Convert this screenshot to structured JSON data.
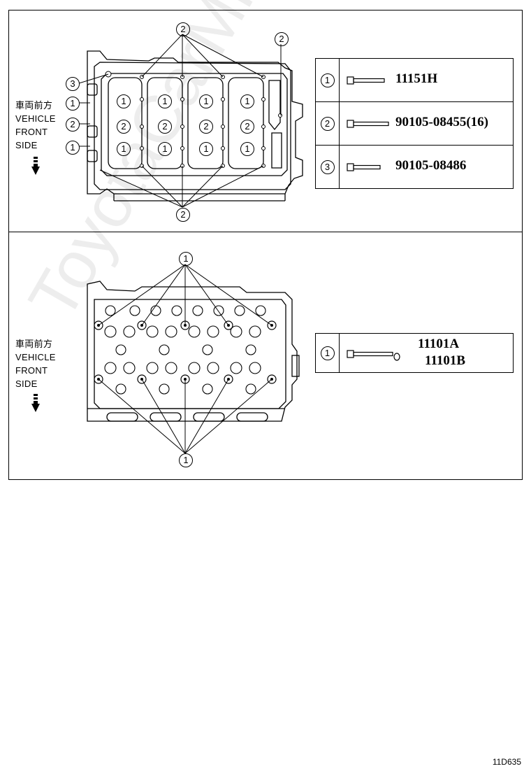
{
  "vehicle_front_side": [
    "車両前方",
    "VEHICLE",
    "FRONT",
    "SIDE"
  ],
  "callouts": {
    "one": "1",
    "two": "2",
    "three": "3"
  },
  "top_table": [
    {
      "num": "1",
      "part": "11151H"
    },
    {
      "num": "2",
      "part": "90105-08455(16)"
    },
    {
      "num": "3",
      "part": "90105-08486"
    }
  ],
  "bottom_table": {
    "num": "1",
    "part_a": "11101A",
    "part_b": "11101B"
  },
  "watermark": "ToyotaCarMine.ru",
  "page_code": "11D635"
}
